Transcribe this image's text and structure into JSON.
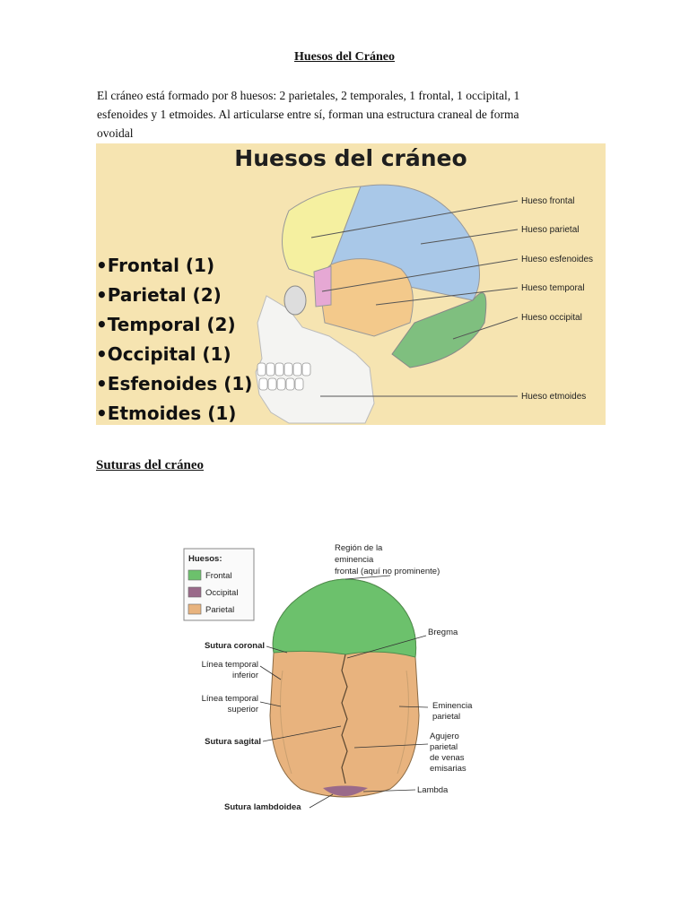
{
  "doc": {
    "title": "Huesos del Cráneo",
    "intro_lines": [
      "El cráneo está formado por 8 huesos: 2 parietales, 2 temporales, 1 frontal, 1 occipital, 1",
      "esfenoides y 1 etmoides. Al articularse entre sí, forman una estructura craneal de forma",
      "ovoidal"
    ],
    "section2_title": "Suturas del cráneo"
  },
  "figure1": {
    "title": "Huesos del cráneo",
    "list": [
      "•Frontal (1)",
      "•Parietal (2)",
      "•Temporal (2)",
      "•Occipital (1)",
      "•Esfenoides (1)",
      "•Etmoides (1)"
    ],
    "labels": [
      "Hueso frontal",
      "Hueso parietal",
      "Hueso esfenoides",
      "Hueso temporal",
      "Hueso occipital",
      "Hueso etmoides"
    ],
    "colors": {
      "frontal": "#f5f0a0",
      "parietal": "#a9c8e8",
      "esfenoides": "#e6a8d4",
      "temporal": "#f3c98b",
      "occipital": "#7fbf7f",
      "background": "#f6e4b1"
    }
  },
  "figure2": {
    "legend_title": "Huesos:",
    "legend": [
      {
        "label": "Frontal",
        "color": "#6cc16c"
      },
      {
        "label": "Occipital",
        "color": "#9a6a8a"
      },
      {
        "label": "Parietal",
        "color": "#e8b37e"
      }
    ],
    "left_labels": {
      "coronal": "Sutura coronal",
      "temp_inf_1": "Línea temporal",
      "temp_inf_2": "inferior",
      "temp_sup_1": "Línea temporal",
      "temp_sup_2": "superior",
      "sagital": "Sutura sagital",
      "lambdoidea": "Sutura lambdoidea"
    },
    "right_labels": {
      "region_1": "Región de la",
      "region_2": "eminencia",
      "region_3": "frontal (aquí no prominente)",
      "bregma": "Bregma",
      "eminencia_1": "Eminencia",
      "eminencia_2": "parietal",
      "agujero_1": "Agujero",
      "agujero_2": "parietal",
      "agujero_3": "de venas",
      "agujero_4": "emisarias",
      "lambda": "Lambda"
    }
  }
}
